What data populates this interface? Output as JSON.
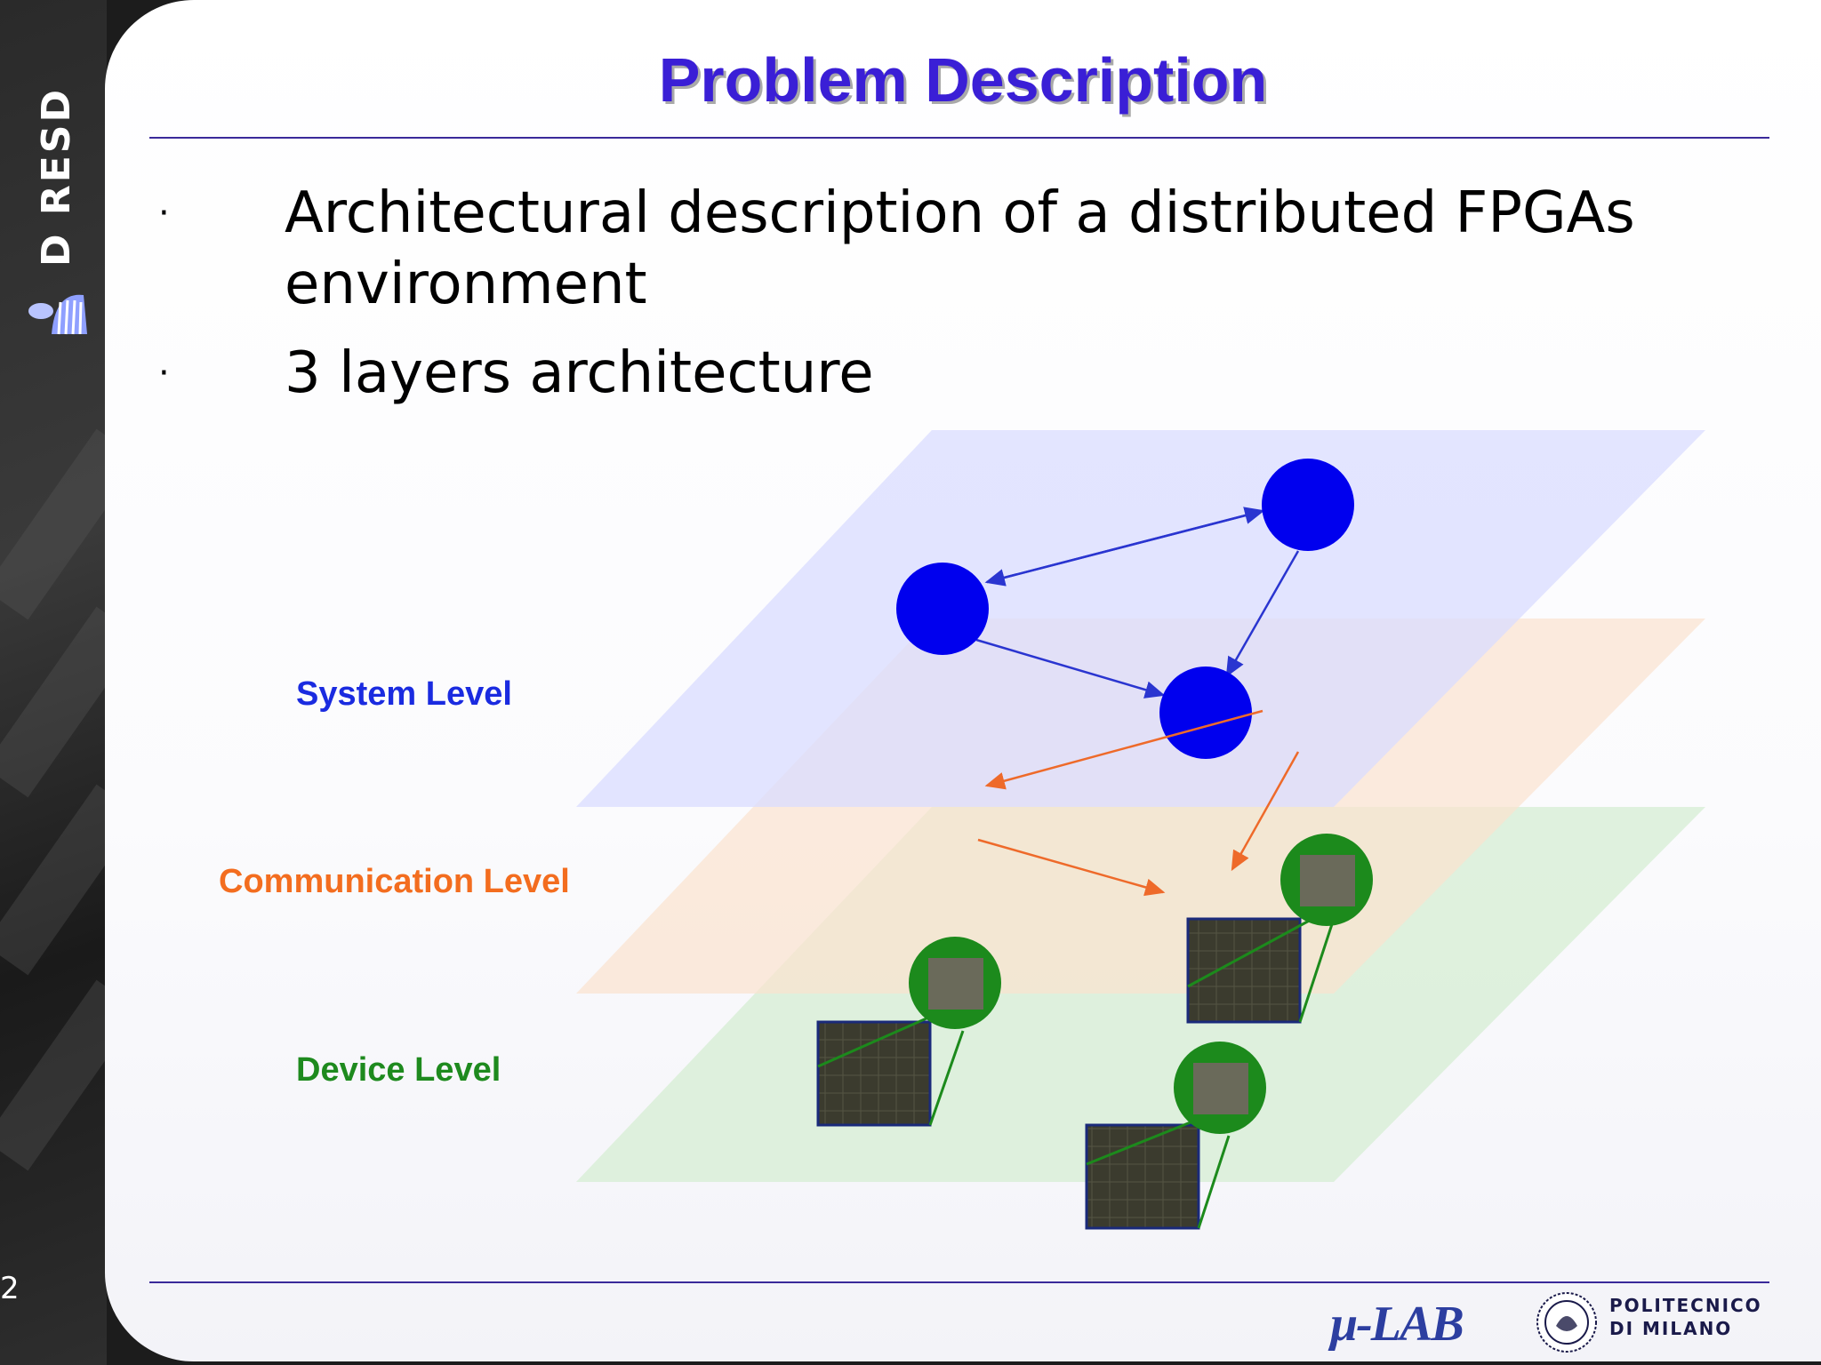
{
  "sidebar": {
    "brand_text": "D RESD",
    "slide_number": "2"
  },
  "slide": {
    "title": "Problem Description",
    "bullets": [
      "Architectural description of a distributed FPGAs environment",
      "3 layers architecture"
    ],
    "bullet_glyph": "·"
  },
  "diagram": {
    "levels": [
      {
        "label": "System Level",
        "color": "#1a2be0",
        "plane_color": "#d9dcff"
      },
      {
        "label": "Communication Level",
        "color": "#f36d1f",
        "plane_color": "#fbe3cf"
      },
      {
        "label": "Device Level",
        "color": "#1e8a1e",
        "plane_color": "#d6eed3"
      }
    ],
    "node_color": "#0000ee",
    "fpga_circle_color": "#1c8a1c",
    "arrow_system_color": "#2a35d0",
    "arrow_comm_color": "#ee6a2a"
  },
  "footer": {
    "mulab_logo": "μ-LAB",
    "university_line1": "POLITECNICO",
    "university_line2": "DI MILANO",
    "seal_icon": "polimi-seal-icon"
  }
}
